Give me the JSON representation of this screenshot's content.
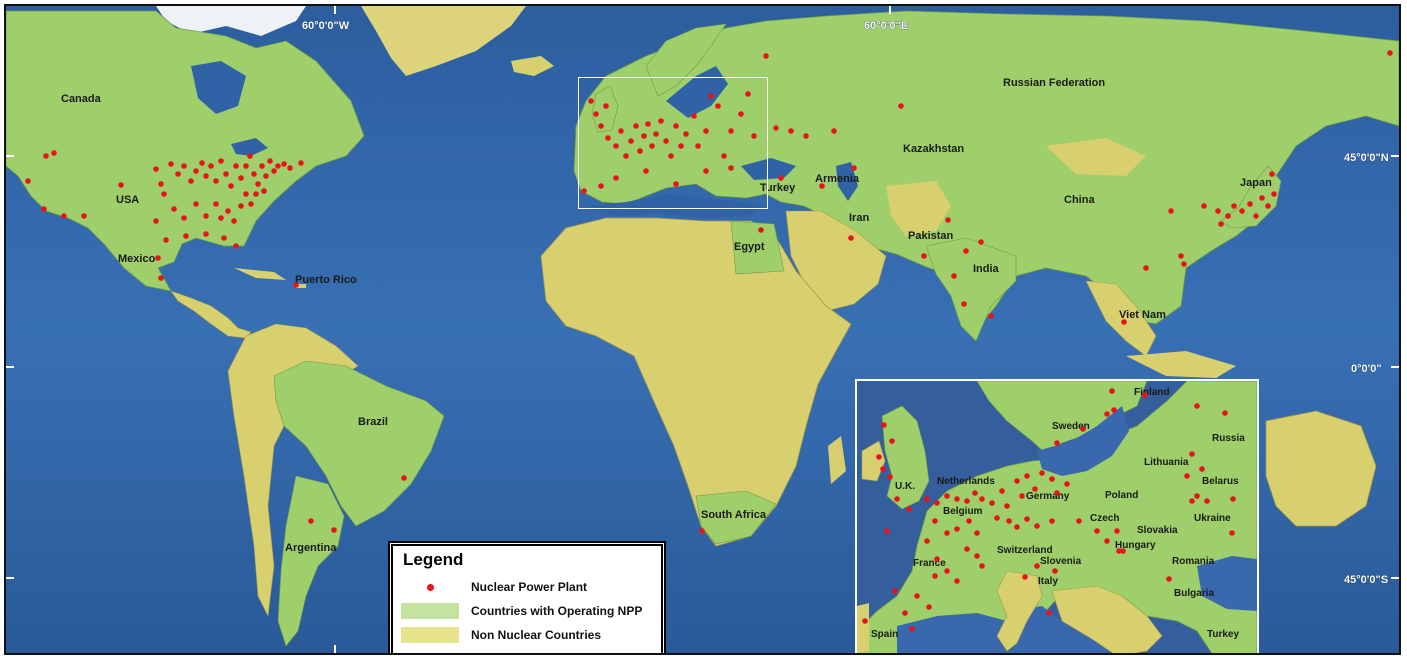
{
  "colors": {
    "ocean": "#2f5f9e",
    "ocean_light": "#4a7fc0",
    "npp_country": "#9fcf6a",
    "non_nuclear": "#d8cf6e",
    "plant_dot": "#e8131b",
    "ice": "#f2f4f7"
  },
  "grid_labels": {
    "lon_west": "60°0'0\"W",
    "lon_east": "60°0'0\"E",
    "lat_north": "45°0'0\"N",
    "lat_zero": "0°0'0\"",
    "lat_south": "45°0'0\"S"
  },
  "main_labels": {
    "canada": "Canada",
    "usa": "USA",
    "mexico": "Mexico",
    "puerto_rico": "Puerto Rico",
    "brazil": "Brazil",
    "argentina": "Argentina",
    "russian_federation": "Russian Federation",
    "kazakhstan": "Kazakhstan",
    "china": "China",
    "japan": "Japan",
    "turkey": "Turkey",
    "armenia": "Armenia",
    "iran": "Iran",
    "pakistan": "Pakistan",
    "india": "India",
    "egypt": "Egypt",
    "viet_nam": "Viet Nam",
    "south_africa": "South Africa"
  },
  "inset_labels": {
    "finland": "Finland",
    "sweden": "Sweden",
    "russia": "Russia",
    "lithuania": "Lithuania",
    "belarus": "Belarus",
    "netherlands": "Netherlands",
    "uk": "U.K.",
    "germany": "Germany",
    "poland": "Poland",
    "belgium": "Belgium",
    "ukraine": "Ukraine",
    "czech": "Czech",
    "slovakia": "Slovakia",
    "hungary": "Hungary",
    "switzerland": "Switzerland",
    "slovenia": "Slovenia",
    "france": "France",
    "romania": "Romania",
    "italy": "Italy",
    "bulgaria": "Bulgaria",
    "spain": "Spain",
    "turkey": "Turkey"
  },
  "legend": {
    "title": "Legend",
    "items": [
      {
        "label": "Nuclear Power Plant",
        "key": "dot"
      },
      {
        "label": "Countries with Operating NPP",
        "key": "npp_country"
      },
      {
        "label": "Non Nuclear Countries",
        "key": "non_nuclear"
      }
    ]
  }
}
